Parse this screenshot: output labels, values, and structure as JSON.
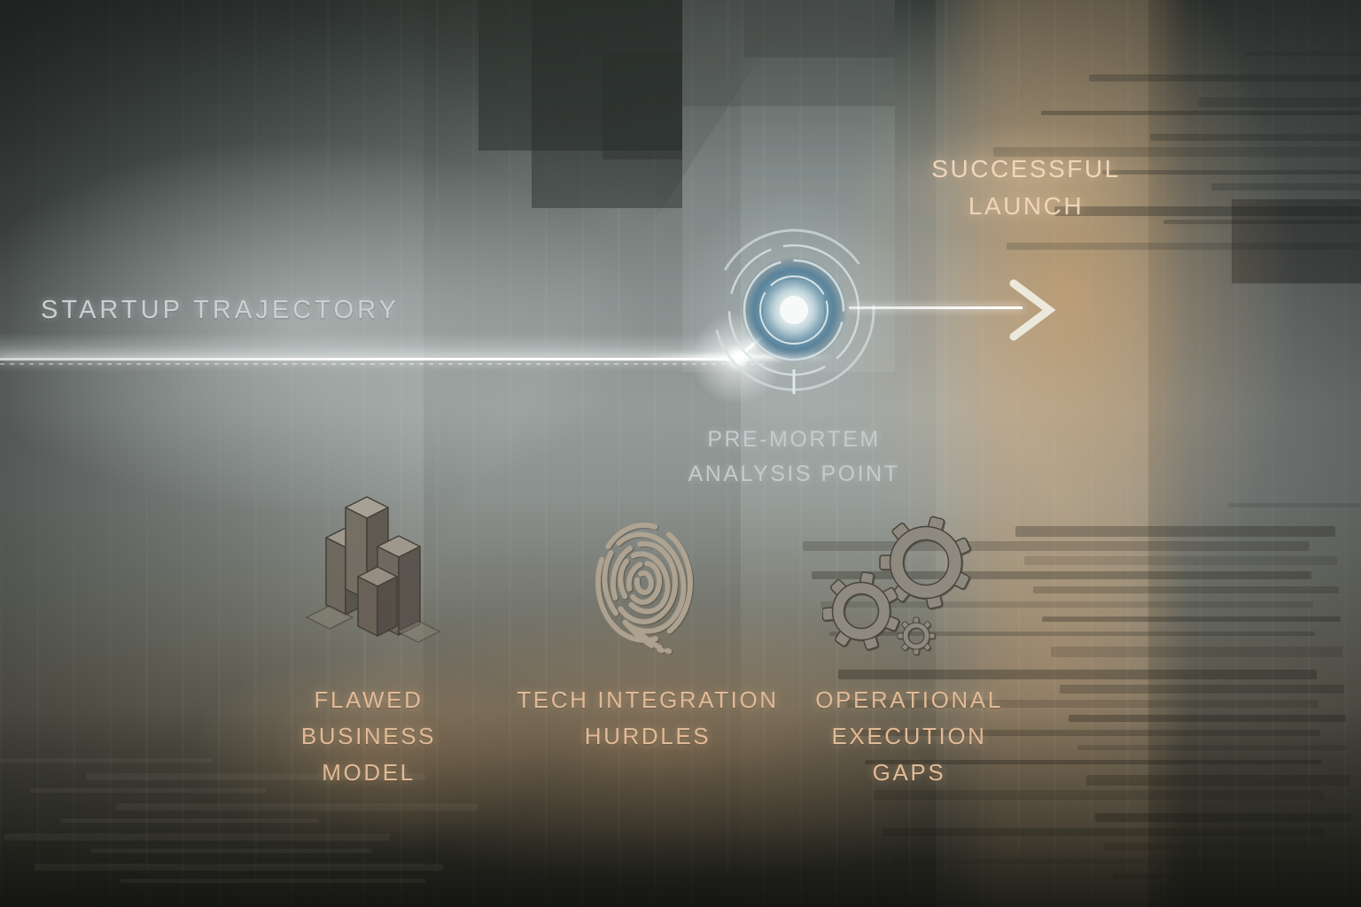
{
  "trajectory": {
    "label": "STARTUP TRAJECTORY",
    "analysis_point_line1": "PRE-MORTEM",
    "analysis_point_line2": "ANALYSIS POINT",
    "outcome_line1": "SUCCESSFUL",
    "outcome_line2": "LAUNCH"
  },
  "risk_factors": [
    {
      "icon": "building-blocks-icon",
      "lines": [
        "FLAWED",
        "BUSINESS",
        "MODEL"
      ]
    },
    {
      "icon": "fingerprint-icon",
      "lines": [
        "TECH INTEGRATION",
        "HURDLES"
      ]
    },
    {
      "icon": "gears-icon",
      "lines": [
        "OPERATIONAL",
        "EXECUTION",
        "GAPS"
      ]
    }
  ],
  "colors": {
    "cool_text": "#c9d1d3",
    "warm_text": "#e0ba97",
    "warm_text_bright": "#efd5ba",
    "node_blue": "#6f93a8",
    "node_core": "#f7faf8",
    "line_white": "#ffffff",
    "glow_warm": "#d8a76a"
  }
}
